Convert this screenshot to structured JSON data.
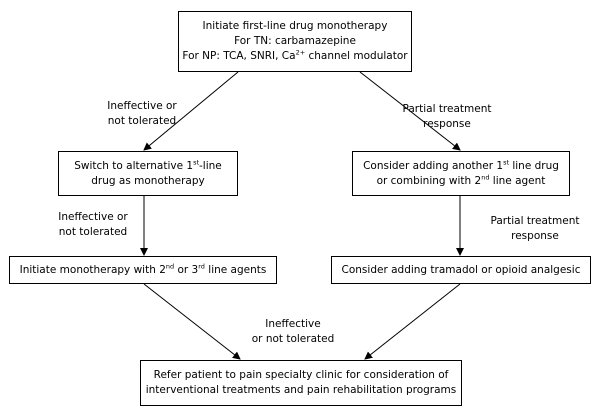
{
  "boxes": {
    "top": {
      "line1": "Initiate first-line drug monotherapy",
      "line2": "For TN: carbamazepine",
      "line3_pre": "For NP: TCA, SNRI, Ca",
      "line3_sup": "2+",
      "line3_post": " channel modulator"
    },
    "switch": {
      "line1_pre": "Switch to alternative 1",
      "line1_sup": "st",
      "line1_post": "-line",
      "line2": "drug as monotherapy"
    },
    "consider_add": {
      "line1_pre": "Consider adding another 1",
      "line1_sup": "st",
      "line1_post": " line drug",
      "line2_pre": "or combining with 2",
      "line2_sup": "nd",
      "line2_post": " line agent"
    },
    "mono23": {
      "pre": "Initiate monotherapy with 2",
      "sup1": "nd",
      "mid": " or 3",
      "sup2": "rd",
      "post": " line agents"
    },
    "tramadol": {
      "text": "Consider adding tramadol or opioid analgesic"
    },
    "refer": {
      "line1": "Refer patient to pain specialty clinic for consideration of",
      "line2": "interventional treatments and pain rehabilitation programs"
    }
  },
  "labels": {
    "ineffective_1": {
      "line1": "Ineffective or",
      "line2": "not tolerated"
    },
    "partial_1": {
      "line1": "Partial treatment",
      "line2": "response"
    },
    "ineffective_2": {
      "line1": "Ineffective or",
      "line2": "not tolerated"
    },
    "partial_2": {
      "line1": "Partial treatment",
      "line2": "response"
    },
    "ineffective_3": {
      "line1": "Ineffective",
      "line2": "or not tolerated"
    }
  }
}
